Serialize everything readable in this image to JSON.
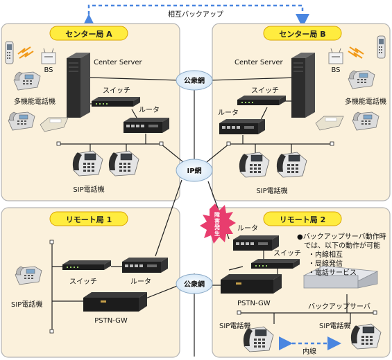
{
  "top_label": "相互バックアップ",
  "sites": {
    "center_a": {
      "title": "センター局 A"
    },
    "center_b": {
      "title": "センター局 B"
    },
    "remote_1": {
      "title": "リモート局 1"
    },
    "remote_2": {
      "title": "リモート局 2"
    }
  },
  "networks": {
    "public_top": "公衆網",
    "ip": "IP網",
    "public_bottom": "公衆網"
  },
  "labels": {
    "bs": "BS",
    "center_server": "Center Server",
    "switch": "スイッチ",
    "router": "ルータ",
    "multi_phone": "多機能電話機",
    "sip_phone": "SIP電話機",
    "pstn_gw": "PSTN-GW",
    "backup_server": "バックアップサーバ",
    "naisen": "内線",
    "failure": "障害発生"
  },
  "failure_chars": [
    "障",
    "害",
    "発",
    "生"
  ],
  "backup_note": {
    "lines": [
      "●バックアップサーバ動作時",
      "では、以下の動作が可能",
      "・内線相互",
      "・局線発信",
      "・電話サービス"
    ]
  },
  "colors": {
    "panel_bg": "#fbf1dc",
    "panel_border": "#b5b5b5",
    "title_bg": "#ffec3f",
    "title_border": "#d9a500",
    "dash_blue": "#4a86e0",
    "failure_red": "#e83d6e"
  }
}
